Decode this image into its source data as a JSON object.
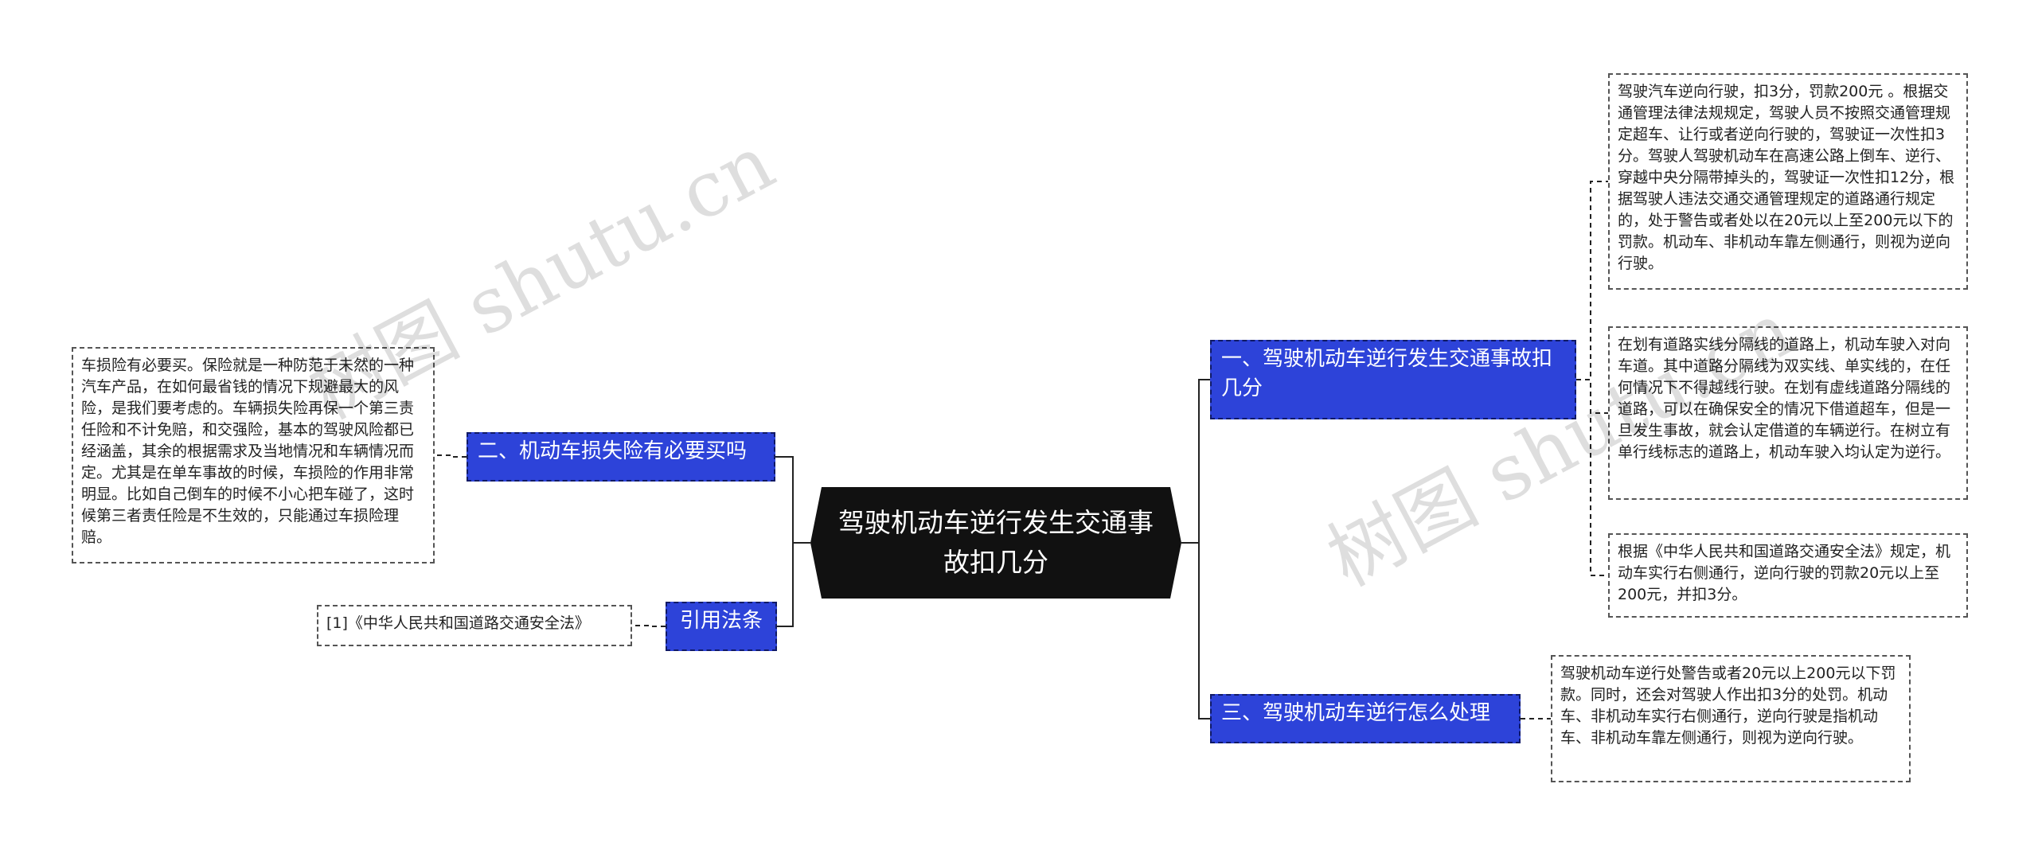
{
  "root": {
    "title": "驾驶机动车逆行发生交通事故扣几分"
  },
  "branches": [
    {
      "id": "b1",
      "label": "一、驾驶机动车逆行发生交通事故扣几分"
    },
    {
      "id": "b2",
      "label": "二、机动车损失险有必要买吗"
    },
    {
      "id": "b3",
      "label": "引用法条"
    },
    {
      "id": "b4",
      "label": "三、驾驶机动车逆行怎么处理"
    }
  ],
  "leaves": [
    {
      "id": "l1",
      "parent": "b1",
      "text": "驾驶汽车逆向行驶，扣3分，罚款200元 。根据交通管理法律法规规定，驾驶人员不按照交通管理规定超车、让行或者逆向行驶的，驾驶证一次性扣3分。驾驶人驾驶机动车在高速公路上倒车、逆行、穿越中央分隔带掉头的，驾驶证一次性扣12分，根据驾驶人违法交通交通管理规定的道路通行规定的，处于警告或者处以在20元以上至200元以下的罚款。机动车、非机动车靠左侧通行，则视为逆向行驶。"
    },
    {
      "id": "l2",
      "parent": "b1",
      "text": "在划有道路实线分隔线的道路上，机动车驶入对向车道。其中道路分隔线为双实线、单实线的，在任何情况下不得越线行驶。在划有虚线道路分隔线的道路，可以在确保安全的情况下借道超车，但是一旦发生事故，就会认定借道的车辆逆行。在树立有单行线标志的道路上，机动车驶入均认定为逆行。"
    },
    {
      "id": "l3",
      "parent": "b1",
      "text": "根据《中华人民共和国道路交通安全法》规定，机动车实行右侧通行，逆向行驶的罚款20元以上至200元，并扣3分。"
    },
    {
      "id": "l4",
      "parent": "b4",
      "text": "驾驶机动车逆行处警告或者20元以上200元以下罚款。同时，还会对驾驶人作出扣3分的处罚。机动车、非机动车实行右侧通行，逆向行驶是指机动车、非机动车靠左侧通行，则视为逆向行驶。"
    },
    {
      "id": "l5",
      "parent": "b2",
      "text": "车损险有必要买。保险就是一种防范于未然的一种汽车产品，在如何最省钱的情况下规避最大的风险，是我们要考虑的。车辆损失险再保一个第三责任险和不计免赔，和交强险，基本的驾驶风险都已经涵盖，其余的根据需求及当地情况和车辆情况而定。尤其是在单车事故的时候，车损险的作用非常明显。比如自己倒车的时候不小心把车碰了，这时候第三者责任险是不生效的，只能通过车损险理赔。"
    },
    {
      "id": "l6",
      "parent": "b3",
      "text": "[1]《中华人民共和国道路交通安全法》"
    }
  ],
  "watermark": [
    "树图 shutu.cn",
    "树图 shutu.cn"
  ],
  "colors": {
    "root": "#111111",
    "branch": "#2d43d9",
    "link": "#222222"
  }
}
